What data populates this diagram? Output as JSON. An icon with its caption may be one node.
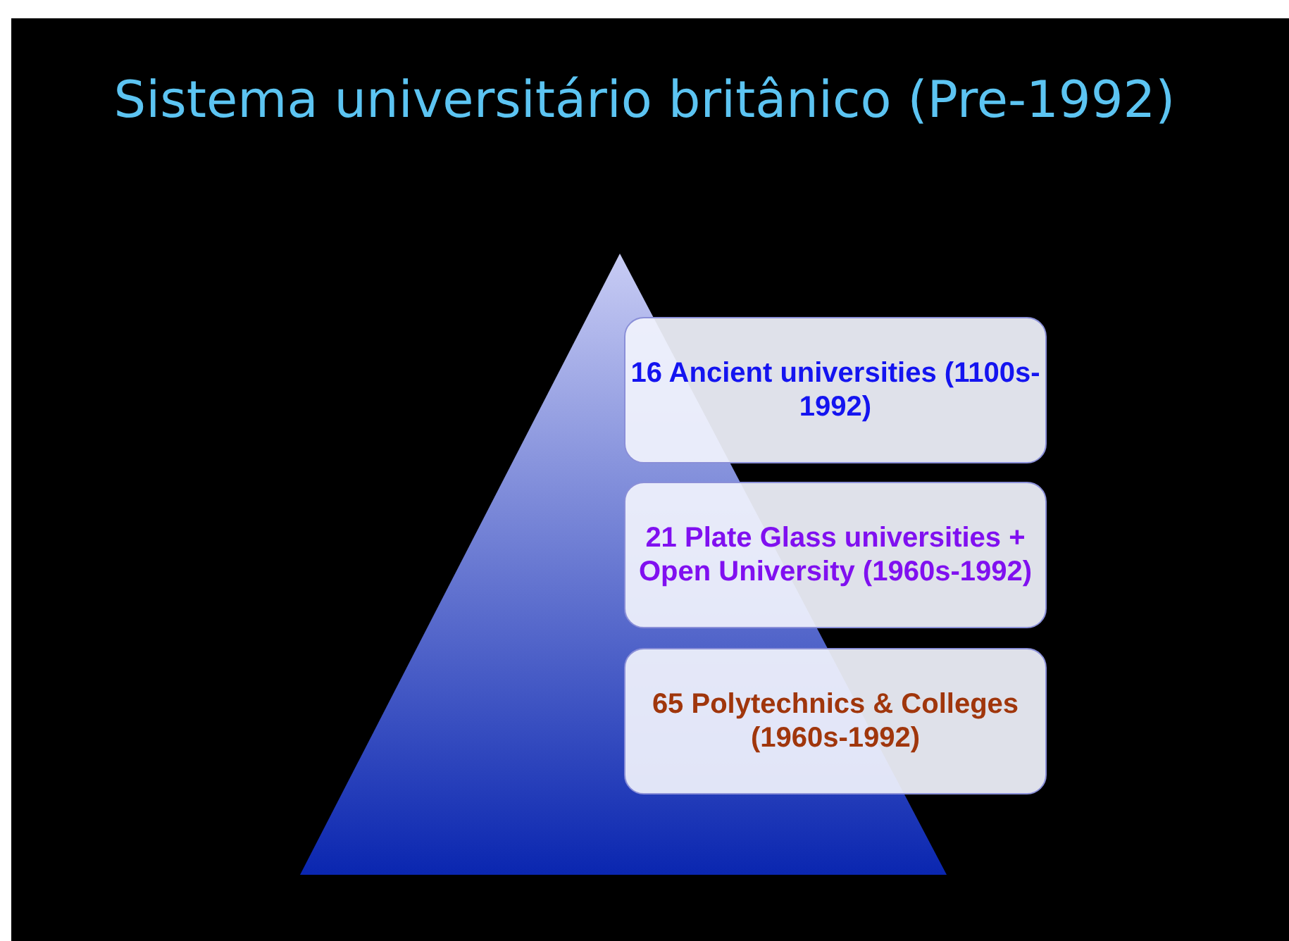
{
  "diagram": {
    "title": "Sistema universitário britânico (Pre-1992)",
    "nodes": [
      {
        "text": [
          "16 Ancient universities (1100s-1992)"
        ]
      },
      {
        "text": [
          "21 Plate Glass universities + Open University (1960s-1992)"
        ]
      },
      {
        "text": [
          "65 Polytechnics & Colleges (1960s-1992)"
        ]
      }
    ],
    "edges": []
  }
}
